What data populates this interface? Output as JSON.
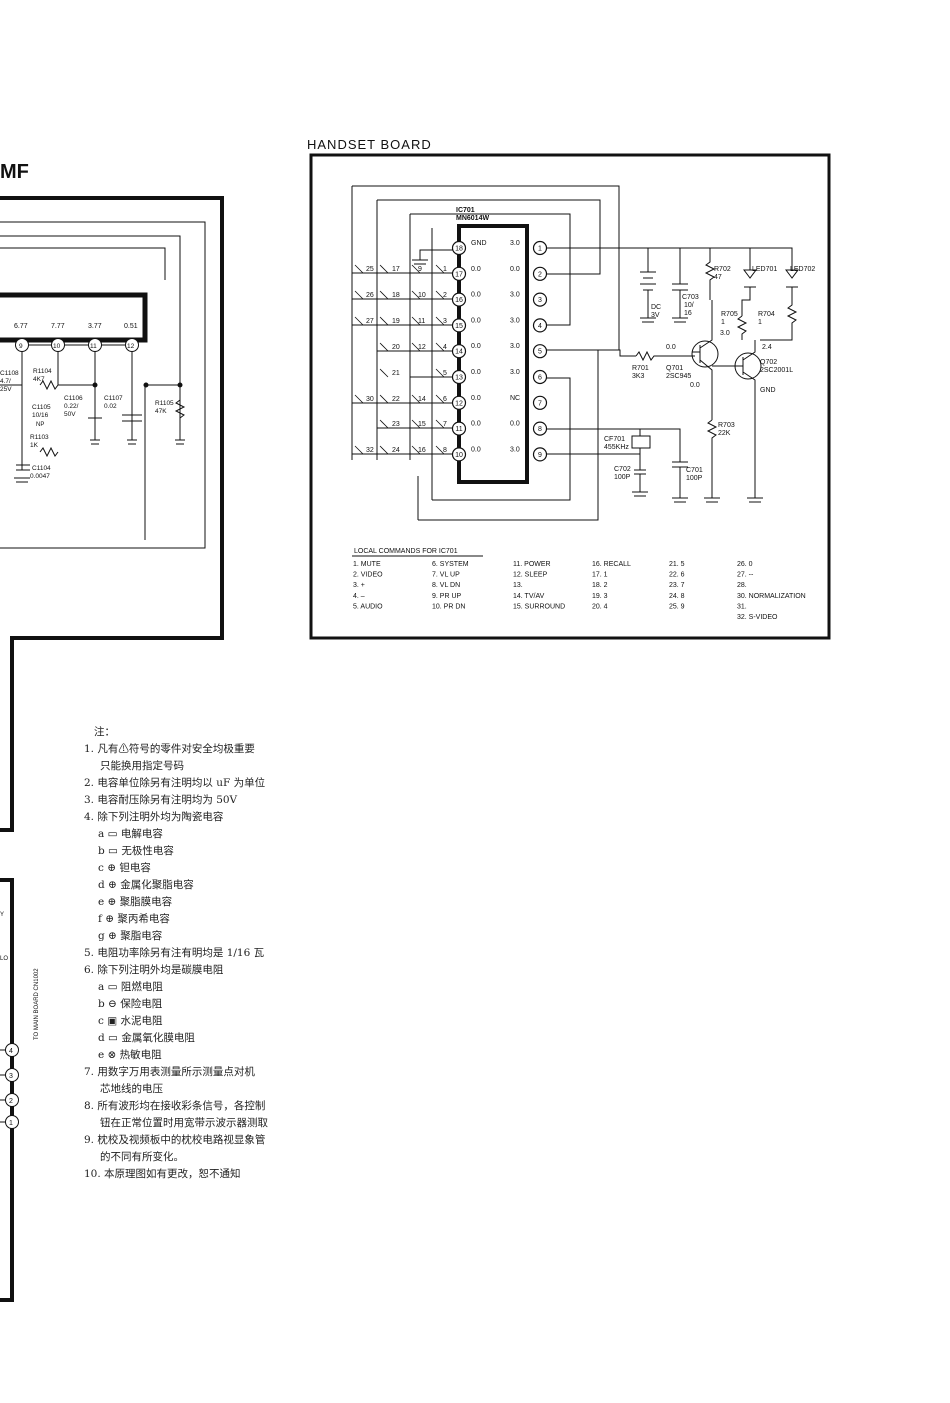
{
  "left_fragment": {
    "title": "MF",
    "pins": [
      {
        "num": "9",
        "voltage": "6.77"
      },
      {
        "num": "10",
        "voltage": "7.77"
      },
      {
        "num": "11",
        "voltage": "3.77"
      },
      {
        "num": "12",
        "voltage": "0.51"
      }
    ],
    "components": {
      "c1108": "C1108",
      "c1108_val1": "4.7/",
      "c1108_val2": "25V",
      "r1104": "R1104",
      "r1104_val": "4K7",
      "c1105": "C1105",
      "c1105_val": "10/16",
      "c1105_np": "NP",
      "c1106": "C1106",
      "c1106_val1": "0.22/",
      "c1106_val2": "50V",
      "c1107": "C1107",
      "c1107_val": "0.02",
      "r1105": "R1105",
      "r1105_val": "47K",
      "r1103": "R1103",
      "r1103_val": "1K",
      "c1104": "C1104",
      "c1104_val": "0.0047"
    },
    "connector_label": "TO MAIN BOARD CN1002",
    "connector_side_labels": [
      "Y",
      "LO"
    ],
    "connector_pins": [
      "4",
      "3",
      "2",
      "1"
    ]
  },
  "handset": {
    "title": "HANDSET BOARD",
    "ic_name": "IC701",
    "ic_part": "MN6014W",
    "left_pins": [
      {
        "num": "18",
        "label": "GND"
      },
      {
        "num": "17",
        "label": "0.0"
      },
      {
        "num": "16",
        "label": "0.0"
      },
      {
        "num": "15",
        "label": "0.0"
      },
      {
        "num": "14",
        "label": "0.0"
      },
      {
        "num": "13",
        "label": "0.0"
      },
      {
        "num": "12",
        "label": "0.0"
      },
      {
        "num": "11",
        "label": "0.0"
      },
      {
        "num": "10",
        "label": "0.0"
      }
    ],
    "right_pins": [
      {
        "num": "1",
        "label": "3.0"
      },
      {
        "num": "2",
        "label": "0.0"
      },
      {
        "num": "3",
        "label": "3.0"
      },
      {
        "num": "4",
        "label": "3.0"
      },
      {
        "num": "5",
        "label": "3.0"
      },
      {
        "num": "6",
        "label": "3.0"
      },
      {
        "num": "7",
        "label": "NC"
      },
      {
        "num": "8",
        "label": "0.0"
      },
      {
        "num": "9",
        "label": "3.0"
      }
    ],
    "key_rows": [
      [
        "25",
        "17",
        "9",
        "1"
      ],
      [
        "26",
        "18",
        "10",
        "2"
      ],
      [
        "27",
        "19",
        "11",
        "3"
      ],
      [
        "20",
        "12",
        "4"
      ],
      [
        "21",
        "5"
      ],
      [
        "30",
        "22",
        "14",
        "6"
      ],
      [
        "23",
        "15",
        "7"
      ],
      [
        "32",
        "24",
        "16",
        "8"
      ]
    ],
    "components": {
      "dc": "DC",
      "dc_val": "3V",
      "c703": "C703",
      "c703_val1": "10/",
      "c703_val2": "16",
      "r702": "R702",
      "r702_val": "47",
      "led701": "LED701",
      "led702": "LED702",
      "r705": "R705",
      "r705_val": "1",
      "r704": "R704",
      "r704_val": "1",
      "v_30": "3.0",
      "v_24": "2.4",
      "v_00a": "0.0",
      "v_00b": "0.0",
      "r701": "R701",
      "r701_val": "3K3",
      "q701": "Q701",
      "q701_part": "2SC945",
      "q702": "Q702",
      "q702_part": "2SC2001L",
      "gnd": "GND",
      "r703": "R703",
      "r703_val": "22K",
      "cf701": "CF701",
      "cf701_val": "455KHz",
      "c702": "C702",
      "c702_val": "100P",
      "c701": "C701",
      "c701_val": "100P"
    },
    "commands_title": "LOCAL COMMANDS FOR IC701",
    "commands": [
      [
        "1.  MUTE",
        "2. VIDEO",
        "3. +",
        "4. –",
        "5. AUDIO"
      ],
      [
        "6.  SYSTEM",
        "7.  VL UP",
        "8.  VL DN",
        "9.  PR UP",
        "10. PR DN"
      ],
      [
        "11. POWER",
        "12. SLEEP",
        "13.",
        "14. TV/AV",
        "15. SURROUND"
      ],
      [
        "16. RECALL",
        "17.  1",
        "18.  2",
        "19.  3",
        "20.  4"
      ],
      [
        "21.  5",
        "22.  6",
        "23.  7",
        "24.  8",
        "25.  9"
      ],
      [
        "26.  0",
        "27.  --",
        "28.",
        "30.  NORMALIZATION",
        "31.",
        "32.  S-VIDEO"
      ]
    ]
  },
  "notes": {
    "header": "注：",
    "items": [
      "1. 凡有⚠符号的零件对安全均极重要",
      "只能换用指定号码",
      "2. 电容单位除另有注明均以 uF 为单位",
      "3. 电容耐压除另有注明均为 50V",
      "4. 除下列注明外均为陶瓷电容",
      "a ▭ 电解电容",
      "b ▭ 无极性电容",
      "c ⊕ 钽电容",
      "d ⊕ 金属化聚脂电容",
      "e ⊕ 聚脂膜电容",
      "f ⊕ 聚丙希电容",
      "g ⊕ 聚脂电容",
      "5. 电阻功率除另有注有明均是 1/16 瓦",
      "6. 除下列注明外均是碳膜电阻",
      "a ▭ 阻燃电阻",
      "b ⊖ 保险电阻",
      "c ▣ 水泥电阻",
      "d ▭ 金属氧化膜电阻",
      "e ⊗ 热敏电阻",
      "7. 用数字万用表测量所示测量点对机",
      "芯地线的电压",
      "8. 所有波形均在接收彩条信号，各控制",
      "钮在正常位置时用宽带示波示器测取",
      "9. 枕校及视频板中的枕校电路视显象管",
      "的不同有所变化。",
      "10. 本原理图如有更改，恕不通知"
    ]
  }
}
